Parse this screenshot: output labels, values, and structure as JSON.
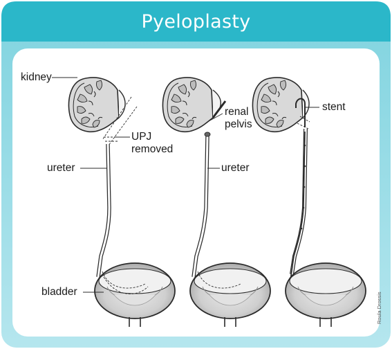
{
  "title": "Pyeloplasty",
  "labels": {
    "kidney": "kidney",
    "upj_removed_line1": "UPJ",
    "upj_removed_line2": "removed",
    "ureter_1": "ureter",
    "bladder": "bladder",
    "renal_pelvis_line1": "renal",
    "renal_pelvis_line2": "pelvis",
    "ureter_2": "ureter",
    "stent": "stent"
  },
  "credit": "Roula Drossis",
  "colors": {
    "header_teal": "#2bb7c9",
    "frame_teal": "#7fd3df",
    "panel_white": "#ffffff",
    "outline": "#2a2a2a",
    "kidney_fill": "#d8d8d8",
    "bladder_fill": "#cfcfcf"
  },
  "icons": [
    "kidney-illustration",
    "bladder-illustration",
    "stent-illustration"
  ]
}
